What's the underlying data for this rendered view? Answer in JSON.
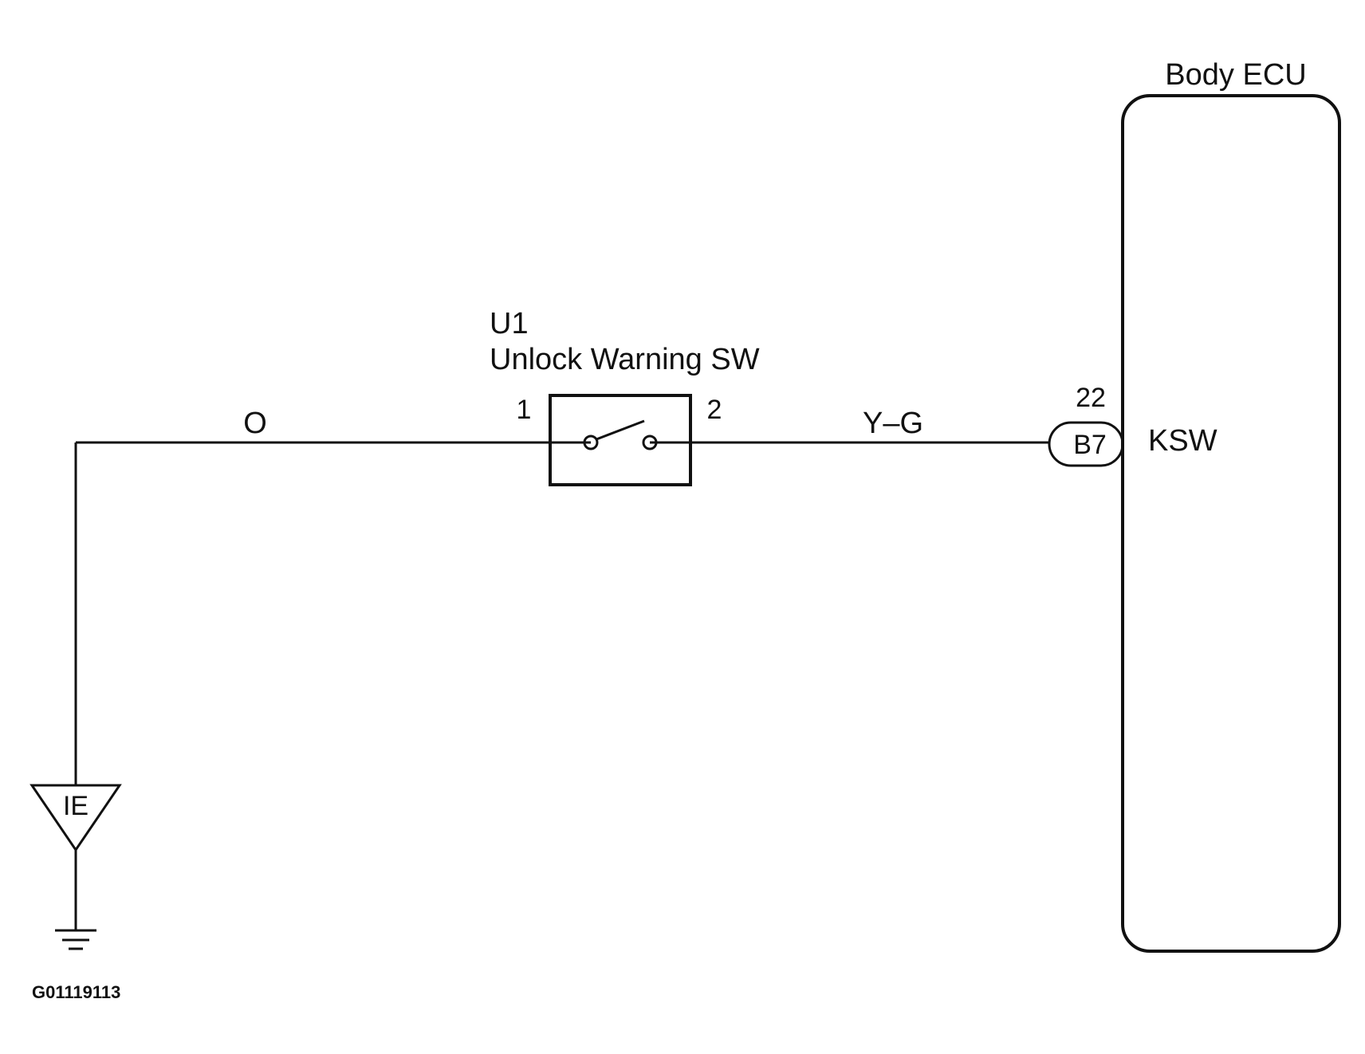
{
  "ecu": {
    "title": "Body ECU",
    "terminal_label": "KSW"
  },
  "connector": {
    "pin_number": "22",
    "code": "B7"
  },
  "switch": {
    "code": "U1",
    "name": "Unlock Warning SW",
    "pin_left": "1",
    "pin_right": "2",
    "state": "open"
  },
  "wires": {
    "left_color": "O",
    "right_color": "Y–G"
  },
  "ground": {
    "label": "IE"
  },
  "figure_id": "G01119113"
}
